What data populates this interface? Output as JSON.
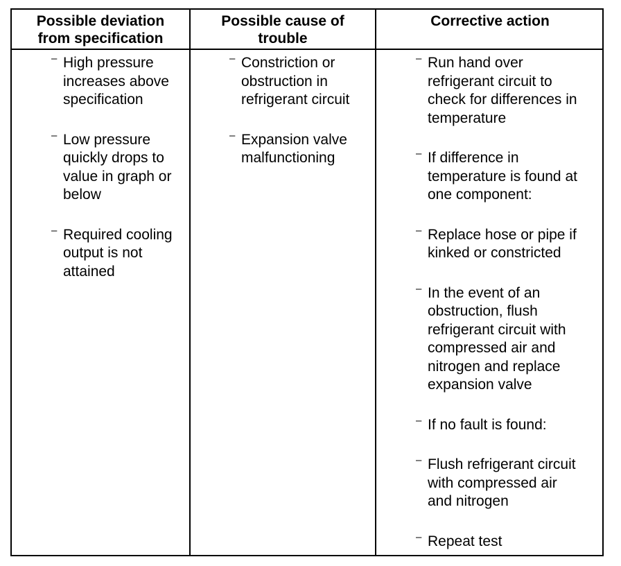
{
  "headers": {
    "deviation": [
      "Possible deviation",
      "from specification"
    ],
    "cause": [
      "Possible cause of",
      "trouble"
    ],
    "action": [
      "Corrective action"
    ]
  },
  "dash": "–",
  "deviations": [
    [
      "High pressure",
      "increases above",
      "specification"
    ],
    [
      "Low pressure",
      "quickly drops to",
      "value in graph or",
      "below"
    ],
    [
      "Required cooling",
      "output is not",
      "attained"
    ]
  ],
  "causes": [
    [
      "Constriction or",
      "obstruction in",
      "refrigerant circuit"
    ],
    [
      "Expansion valve",
      "malfunctioning"
    ]
  ],
  "actions": [
    [
      "Run hand over",
      "refrigerant circuit to",
      "check for differences in",
      "temperature"
    ],
    [
      "If difference in",
      "temperature is found at",
      "one component:"
    ],
    [
      "Replace hose or pipe if",
      "kinked or constricted"
    ],
    [
      "In the event of an",
      "obstruction, flush",
      "refrigerant circuit with",
      "compressed air and",
      "nitrogen and replace",
      "expansion valve"
    ],
    [
      "If no fault is found:"
    ],
    [
      "Flush refrigerant circuit",
      "with compressed air",
      "and nitrogen"
    ],
    [
      "Repeat test"
    ]
  ]
}
